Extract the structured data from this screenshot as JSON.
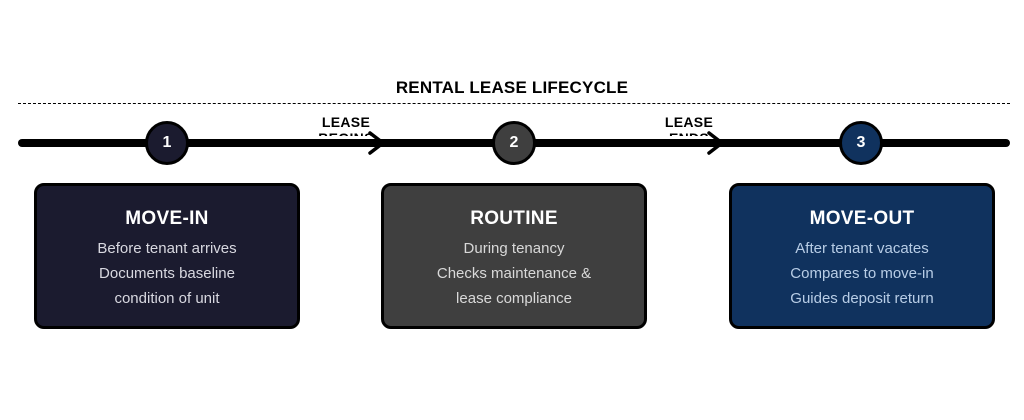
{
  "diagram": {
    "title": "RENTAL LEASE LIFECYCLE",
    "milestones": [
      {
        "label": "LEASE",
        "sub": "BEGINS"
      },
      {
        "label": "LEASE",
        "sub": "ENDS"
      }
    ],
    "stages": [
      {
        "number": "1",
        "title": "MOVE-IN",
        "lines": [
          "Before tenant arrives",
          "Documents baseline",
          "condition of unit"
        ],
        "color": "#1b1b2f",
        "text_color": "#d8d8e0"
      },
      {
        "number": "2",
        "title": "ROUTINE",
        "lines": [
          "During tenancy",
          "Checks maintenance &",
          "lease compliance"
        ],
        "color": "#3f3f3f",
        "text_color": "#d9d9d9"
      },
      {
        "number": "3",
        "title": "MOVE-OUT",
        "lines": [
          "After tenant vacates",
          "Compares to move-in",
          "Guides deposit return"
        ],
        "color": "#10325e",
        "text_color": "#b8cde6"
      }
    ]
  }
}
